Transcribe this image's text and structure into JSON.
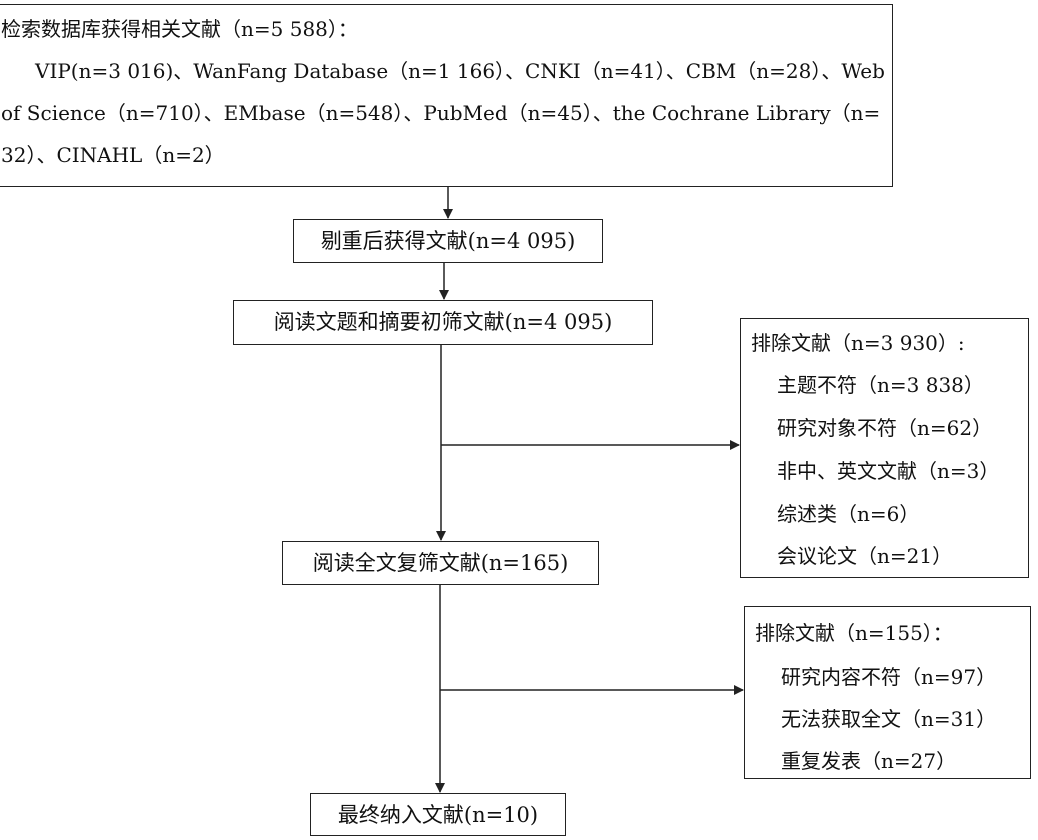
{
  "search": {
    "line1": "检索数据库获得相关文献（n=5 588）：",
    "line2": "VIP(n=3 016)、WanFang Database（n=1 166）、CNKI（n=41）、CBM（n=28）、Web",
    "line3": "of Science（n=710）、EMbase（n=548）、PubMed（n=45）、the Cochrane Library（n=",
    "line4": "32）、CINAHL（n=2）"
  },
  "steps": {
    "dedup": "剔重后获得文献(n=4 095)",
    "title_abstract": "阅读文题和摘要初筛文献(n=4 095)",
    "fulltext": "阅读全文复筛文献(n=165)",
    "final": "最终纳入文献(n=10)"
  },
  "exclusion1": {
    "title": "排除文献（n=3 930）:",
    "items": [
      "主题不符（n=3 838）",
      "研究对象不符（n=62）",
      "非中、英文文献（n=3）",
      "综述类（n=6）",
      "会议论文（n=21）"
    ]
  },
  "exclusion2": {
    "title": "排除文献（n=155）：",
    "items": [
      "研究内容不符（n=97）",
      "无法获取全文（n=31）",
      "重复发表（n=27）"
    ]
  }
}
